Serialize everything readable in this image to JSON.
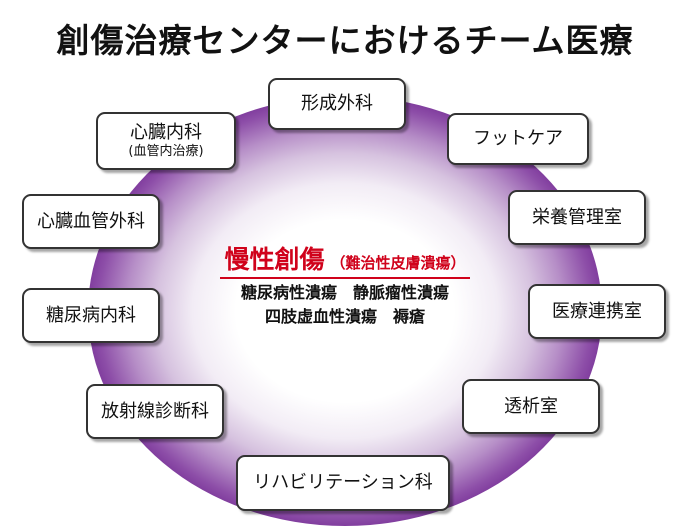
{
  "title": "創傷治療センターにおけるチーム医療",
  "center": {
    "main": "慢性創傷",
    "main_note": "（難治性皮膚潰瘍）",
    "line1": "糖尿病性潰瘍　静脈瘤性潰瘍",
    "line2": "四肢虚血性潰瘍　褥瘡"
  },
  "departments": {
    "plastic_surgery": "形成外科",
    "foot_care": "フットケア",
    "nutrition": "栄養管理室",
    "medical_liaison": "医療連携室",
    "dermatology": "透析室",
    "rehabilitation": "リハビリテーション科",
    "radiology": "放射線診断科",
    "diabetes": "糖尿病内科",
    "cardiovascular_surgery": "心臓血管外科",
    "cardiology": "心臓内科",
    "cardiology_sub": "(血管内治療)"
  }
}
